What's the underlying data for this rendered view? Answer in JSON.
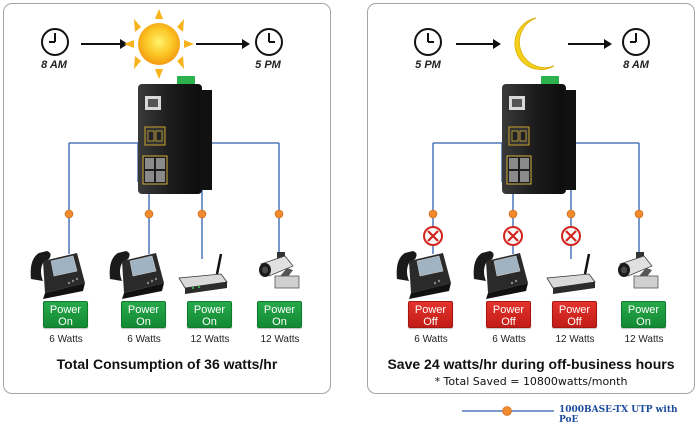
{
  "day_panel": {
    "time_start": "8 AM",
    "time_end": "5 PM",
    "sky_icon": "sun-icon",
    "devices": [
      {
        "type": "ip-phone",
        "status": [
          "Power",
          "On"
        ],
        "watts": "6 Watts"
      },
      {
        "type": "ip-phone",
        "status": [
          "Power",
          "On"
        ],
        "watts": "6 Watts"
      },
      {
        "type": "wireless-router",
        "status": [
          "Power",
          "On"
        ],
        "watts": "12 Watts"
      },
      {
        "type": "ip-camera",
        "status": [
          "Power",
          "On"
        ],
        "watts": "12 Watts"
      }
    ],
    "summary": "Total Consumption of 36 watts/hr"
  },
  "night_panel": {
    "time_start": "5 PM",
    "time_end": "8 AM",
    "sky_icon": "moon-icon",
    "devices": [
      {
        "type": "ip-phone",
        "status": [
          "Power",
          "Off"
        ],
        "watts": "6 Watts",
        "blocked": true
      },
      {
        "type": "ip-phone",
        "status": [
          "Power",
          "Off"
        ],
        "watts": "6 Watts",
        "blocked": true
      },
      {
        "type": "wireless-router",
        "status": [
          "Power",
          "Off"
        ],
        "watts": "12 Watts",
        "blocked": true
      },
      {
        "type": "ip-camera",
        "status": [
          "Power",
          "On"
        ],
        "watts": "12 Watts",
        "blocked": false
      }
    ],
    "summary": "Save 24 watts/hr during off-business hours",
    "subsummary": "* Total Saved = 10800watts/month"
  },
  "legend": {
    "label": "1000BASE-TX UTP with PoE"
  },
  "colors": {
    "poe_line": "#2f5fae",
    "poe_node": "#f08a2c",
    "power_on": "#1a9a3e",
    "power_off": "#d3241e",
    "sun": "#f7b21c",
    "moon": "#f4d21c",
    "summary_text": "#111111"
  }
}
